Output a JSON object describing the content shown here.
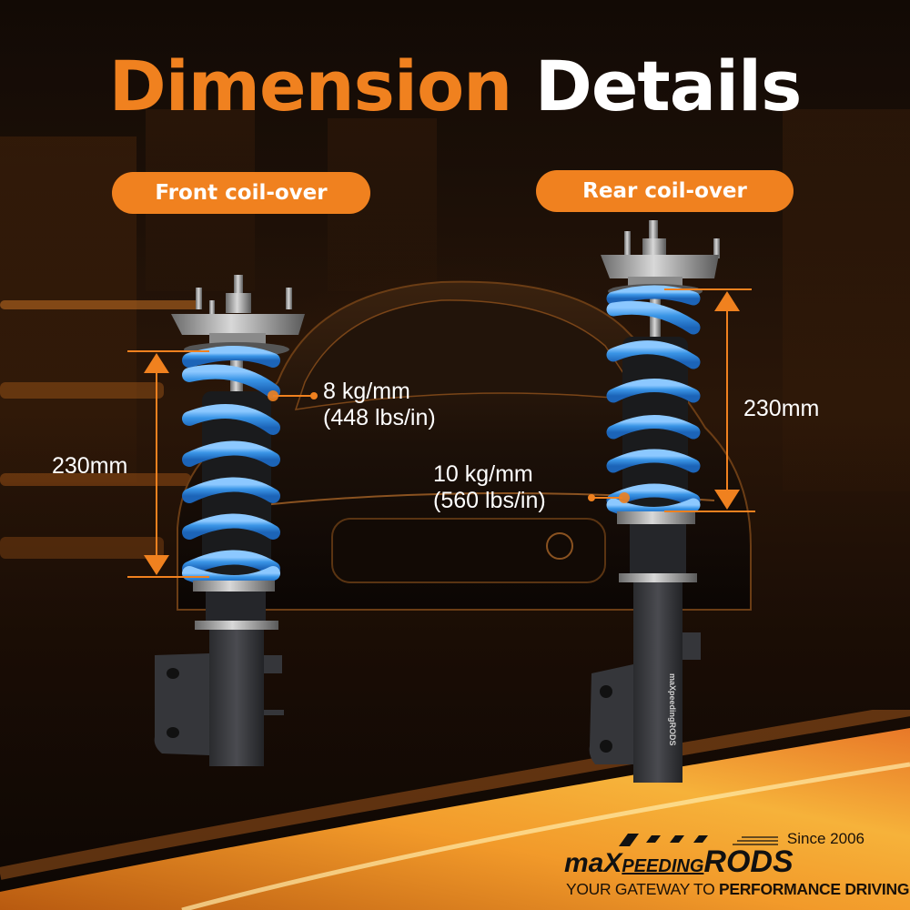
{
  "title": {
    "word1": "Dimension",
    "word2": "Details"
  },
  "colors": {
    "accent_orange": "#f0811f",
    "spring_blue": "#3a95e6",
    "text_white": "#ffffff",
    "background_dark": "#140b05"
  },
  "front": {
    "label": "Front coil-over",
    "dimension": "230mm",
    "spring_rate": "8 kg/mm",
    "spring_rate_imperial": "(448 lbs/in)"
  },
  "rear": {
    "label": "Rear coil-over",
    "dimension": "230mm",
    "spring_rate": "10 kg/mm",
    "spring_rate_imperial": "(560 lbs/in)",
    "strut_marking": "maXpeedingRODS"
  },
  "logo": {
    "since": "Since 2006",
    "brand_prefix": "maX",
    "brand_middle": "PEEDING",
    "brand_suffix": "RODS",
    "tagline_light": "YOUR GATEWAY TO ",
    "tagline_bold": "PERFORMANCE DRIVING"
  }
}
